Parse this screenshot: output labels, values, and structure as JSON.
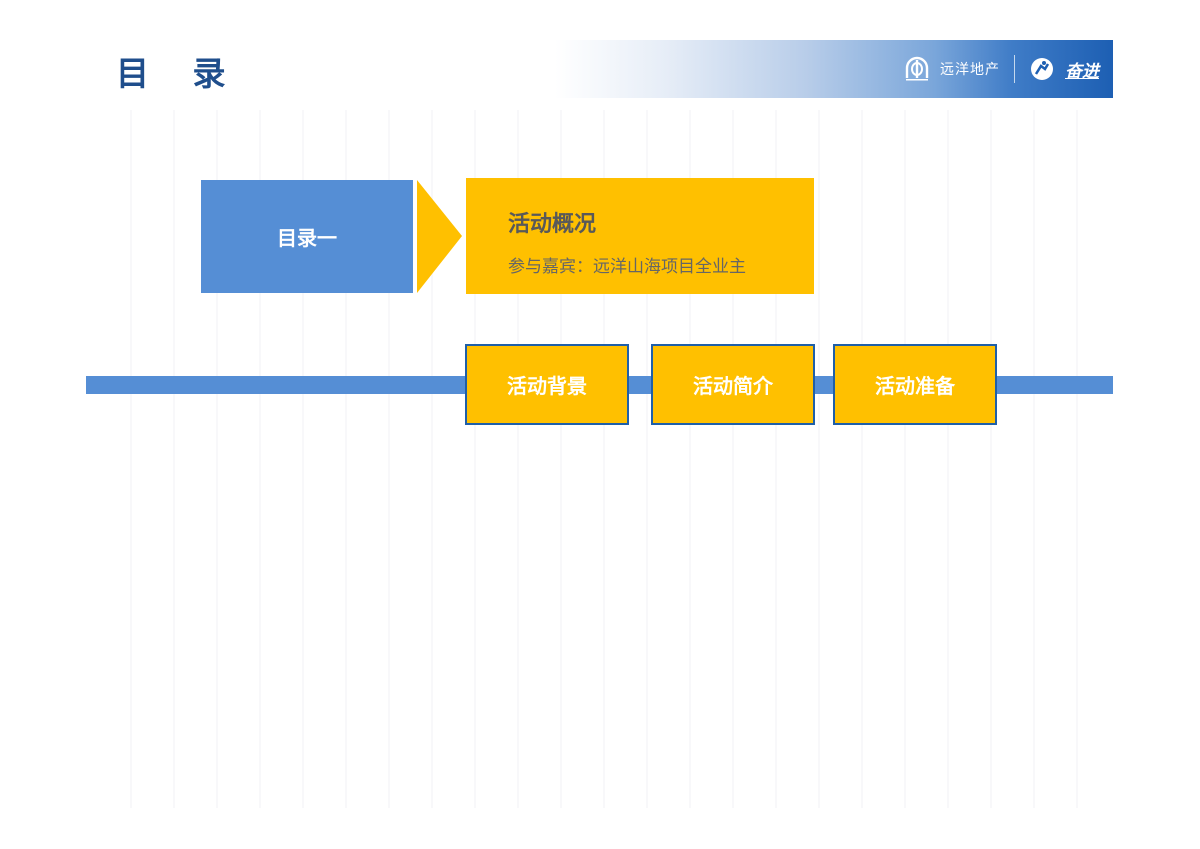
{
  "page": {
    "title": "目 录"
  },
  "header": {
    "company_name": "远洋地产",
    "brand_slogan": "奋进",
    "colors": {
      "band_start": "#ffffff",
      "band_end": "#1d5fb3"
    }
  },
  "toc": {
    "section_label": "目录一",
    "summary": {
      "title": "活动概况",
      "subtitle": "参与嘉宾：远洋山海项目全业主"
    },
    "steps": [
      {
        "label": "活动背景"
      },
      {
        "label": "活动简介"
      },
      {
        "label": "活动准备"
      }
    ]
  },
  "colors": {
    "accent_blue": "#558ed5",
    "accent_yellow": "#ffc000",
    "title_navy": "#1f4e8c",
    "step_border": "#1f5fa8"
  }
}
